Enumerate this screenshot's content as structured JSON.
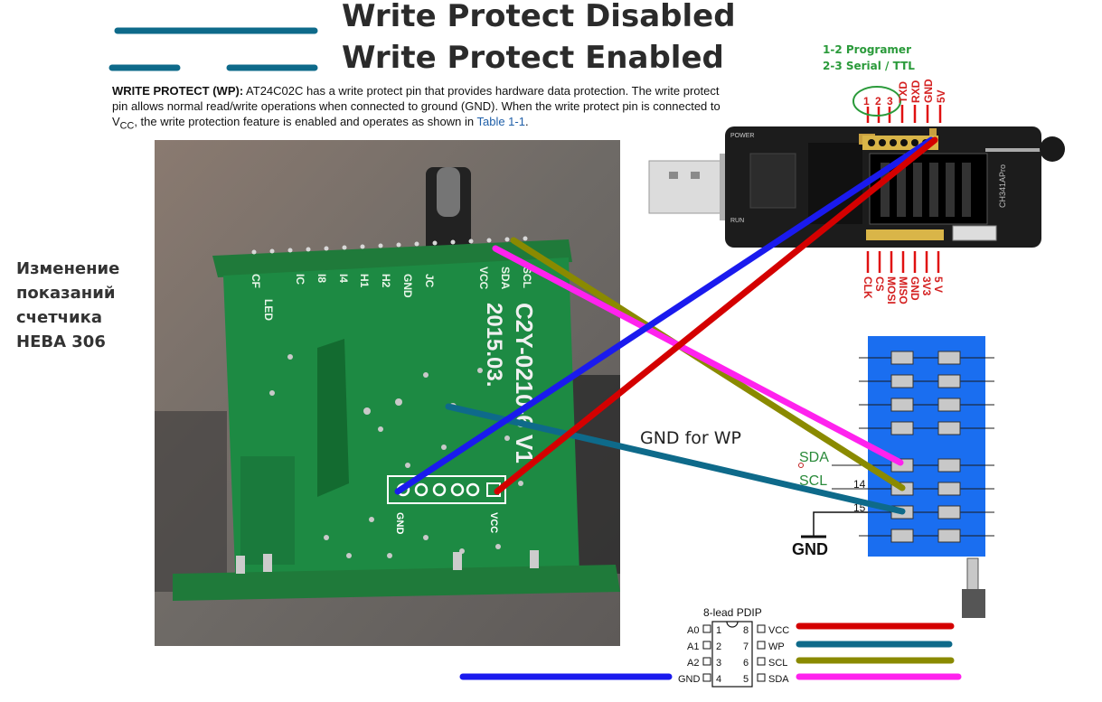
{
  "legend": {
    "disabled_label": "Write Protect Disabled",
    "enabled_label": "Write Protect Enabled"
  },
  "description": {
    "bold": "WRITE PROTECT (WP):",
    "text1": " AT24C02C has a write protect pin that provides hardware data protection. The write protect pin allows normal read/write operations when connected to ground (GND). When the write protect pin is connected to V",
    "sub": "CC",
    "text2": ", the write protection feature is enabled and operates as shown in ",
    "link": "Table 1-1",
    "text3": "."
  },
  "side_note": [
    "Изменение",
    "показаний",
    "счетчика",
    "НЕВА 306"
  ],
  "programmer": {
    "jumper_note_1": "1-2 Programer",
    "jumper_note_2": "2-3 Serial / TTL",
    "top_pins": [
      "1",
      "2",
      "3",
      "TXD",
      "RXD",
      "GND",
      "5V"
    ],
    "bottom_pins": [
      "CLK",
      "CS",
      "MOSI",
      "MISO",
      "GND",
      "3V3",
      "5 V"
    ],
    "board_text": "CH341APro",
    "power_label": "POWER",
    "run_label": "RUN"
  },
  "board": {
    "pin_labels": [
      "LED",
      "CF",
      "IC",
      "I8",
      "I4",
      "H1",
      "H2",
      "GND",
      "JC",
      "VCC",
      "SDA",
      "SCL"
    ],
    "code_text": "C2Y-0210-6 V1",
    "date_text": "2015.03.",
    "header_labels": [
      "GND",
      "VCC"
    ]
  },
  "gnd_for_wp": "GND for WP",
  "socket": {
    "sda_label": "SDA",
    "scl_label": "SCL",
    "pin14": "14",
    "pin15": "15",
    "gnd_label": "GND"
  },
  "pdip": {
    "title": "8-lead PDIP",
    "left_pins": [
      {
        "name": "A0",
        "num": "1"
      },
      {
        "name": "A1",
        "num": "2"
      },
      {
        "name": "A2",
        "num": "3"
      },
      {
        "name": "GND",
        "num": "4"
      }
    ],
    "right_pins": [
      {
        "name": "VCC",
        "num": "8"
      },
      {
        "name": "WP",
        "num": "7"
      },
      {
        "name": "SCL",
        "num": "6"
      },
      {
        "name": "SDA",
        "num": "5"
      }
    ]
  },
  "colors": {
    "wire_vcc": "#d40000",
    "wire_wp": "#0e6a8a",
    "wire_scl": "#8a8a00",
    "wire_sda": "#ff22ee",
    "wire_gnd": "#1a1aee",
    "pcb_green": "#1d8a43",
    "socket_blue": "#1a6ef0",
    "programmer_black": "#1c1c1c"
  }
}
